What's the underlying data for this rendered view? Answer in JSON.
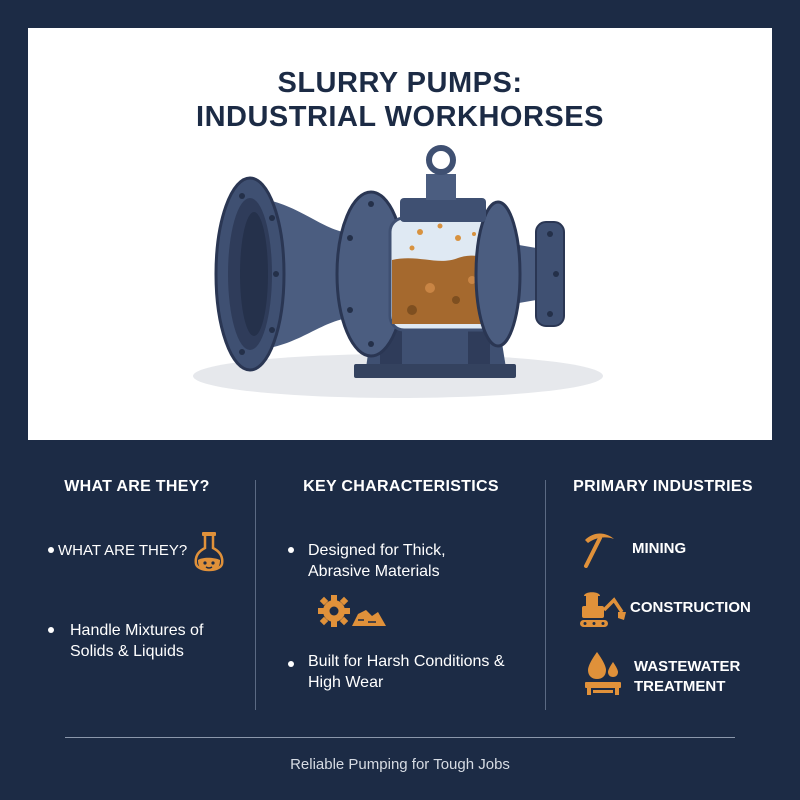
{
  "title": {
    "line1": "SLURRY PUMPS:",
    "line2": "INDUSTRIAL WORKHORSES"
  },
  "columns": {
    "what": {
      "heading": "WHAT ARE THEY?",
      "items": [
        "WHAT ARE THEY?",
        "Handle Mixtures of Solids & Liquids"
      ]
    },
    "key": {
      "heading": "KEY CHARACTERISTICS",
      "items": [
        "Designed for Thick, Abrasive Materials",
        "Built for Harsh Conditions & High Wear"
      ]
    },
    "industries": {
      "heading": "PRIMARY INDUSTRIES",
      "items": [
        {
          "label": "MINING",
          "icon": "pickaxe-icon"
        },
        {
          "label": "CONSTRUCTION",
          "icon": "excavator-icon"
        },
        {
          "label": "WASTEWATER TREATMENT",
          "icon": "water-drop-icon"
        }
      ]
    }
  },
  "footer": "Reliable Pumping for Tough Jobs",
  "colors": {
    "background": "#1c2b45",
    "accent": "#e0913a",
    "pump": "#4b5d80",
    "slurry": "#a5692e"
  }
}
